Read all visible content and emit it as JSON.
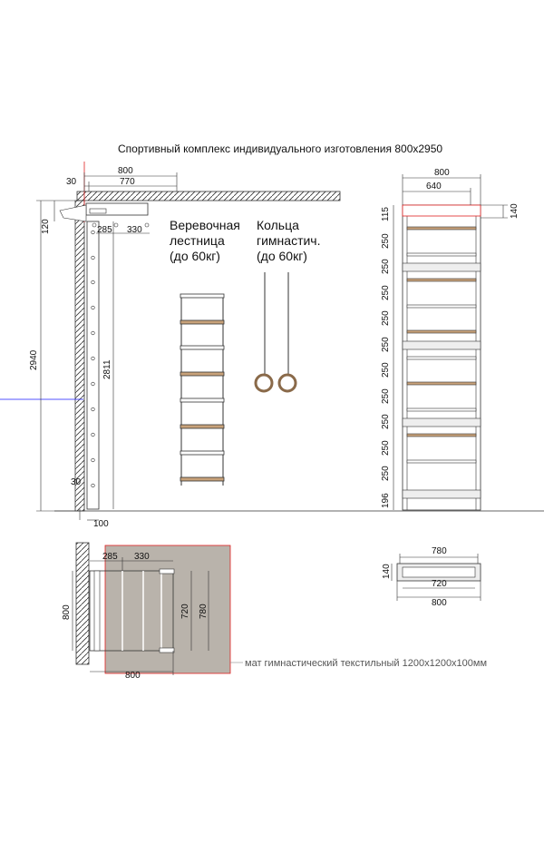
{
  "title": "Спортивный комплекс индивидуального изготовления 800х2950",
  "side_view": {
    "dim_top_overall": "800",
    "dim_top_inner": "770",
    "dim_left_offset": "30",
    "dim_bracket": "120",
    "dim_hole_1": "285",
    "dim_hole_2": "330",
    "dim_wall_height": "2940",
    "dim_post_height": "2811",
    "dim_bottom_gap": "30",
    "dim_bottom_depth": "100"
  },
  "rope_ladder": {
    "line1": "Веревочная",
    "line2": "лестница",
    "line3": "(до 60кг)"
  },
  "rings": {
    "line1": "Кольца",
    "line2": "гимнастич.",
    "line3": "(до 60кг)"
  },
  "front_view": {
    "dim_top_overall": "800",
    "dim_top_inner": "640",
    "dim_side_140": "140",
    "dim_first": "115",
    "dim_steps": [
      "250",
      "250",
      "250",
      "250",
      "250",
      "250",
      "250",
      "250",
      "250",
      "250"
    ],
    "dim_last": "196"
  },
  "plan_view": {
    "dim_285": "285",
    "dim_330": "330",
    "dim_left_800": "800",
    "dim_720": "720",
    "dim_780": "780",
    "dim_bottom_800": "800",
    "mat_label": "мат гимнастический текстильный 1200х1200х100мм"
  },
  "top_view": {
    "dim_780": "780",
    "dim_140": "140",
    "dim_720": "720",
    "dim_800": "800"
  },
  "colors": {
    "line": "#222222",
    "mat": "#b9b3ab",
    "accent_red": "#e02020",
    "accent_blue": "#1a1aff",
    "rung_wood": "#c8a27a"
  }
}
